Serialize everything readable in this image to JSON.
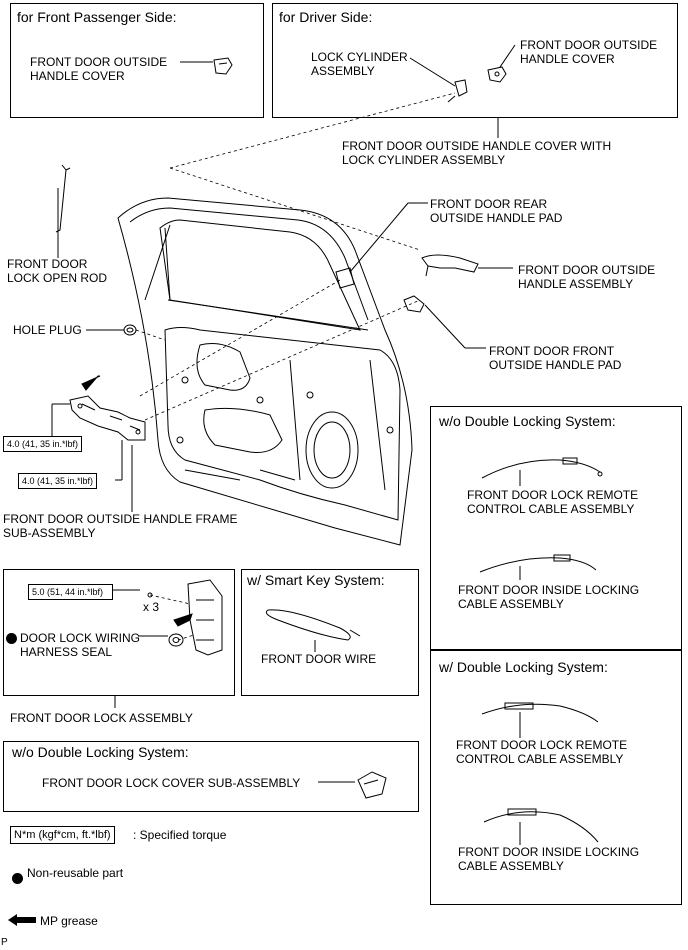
{
  "boxes": {
    "passenger": "for Front Passenger Side:",
    "driver": "for Driver Side:",
    "wo_double_top": "w/o Double Locking System:",
    "w_double": "w/ Double Locking System:",
    "smart_key": "w/ Smart Key System:",
    "wo_double_bottom": "w/o Double Locking System:"
  },
  "labels": {
    "passenger_cover": "FRONT DOOR OUTSIDE\nHANDLE COVER",
    "lock_cylinder": "LOCK CYLINDER\nASSEMBLY",
    "driver_cover": "FRONT DOOR OUTSIDE\nHANDLE COVER",
    "cover_with_cylinder": "FRONT DOOR OUTSIDE HANDLE COVER WITH\nLOCK CYLINDER ASSEMBLY",
    "rear_pad": "FRONT DOOR REAR\nOUTSIDE HANDLE PAD",
    "handle_assy": "FRONT DOOR OUTSIDE\nHANDLE ASSEMBLY",
    "front_pad": "FRONT DOOR FRONT\nOUTSIDE HANDLE PAD",
    "open_rod": "FRONT DOOR\nLOCK OPEN ROD",
    "hole_plug": "HOLE PLUG",
    "frame_sub": "FRONT DOOR OUTSIDE HANDLE FRAME\nSUB-ASSEMBLY",
    "remote_cable_1": "FRONT DOOR LOCK REMOTE\nCONTROL CABLE ASSEMBLY",
    "inside_cable_1": "FRONT DOOR INSIDE LOCKING\nCABLE ASSEMBLY",
    "remote_cable_2": "FRONT DOOR LOCK REMOTE\nCONTROL CABLE ASSEMBLY",
    "inside_cable_2": "FRONT DOOR INSIDE LOCKING\nCABLE ASSEMBLY",
    "harness_seal": "DOOR LOCK WIRING\nHARNESS SEAL",
    "door_wire": "FRONT DOOR WIRE",
    "lock_assy": "FRONT DOOR LOCK ASSEMBLY",
    "lock_cover": "FRONT DOOR LOCK COVER SUB-ASSEMBLY",
    "x3": "x 3"
  },
  "torques": {
    "t1": "4.0 (41, 35 in.*lbf)",
    "t2": "4.0 (41, 35 in.*lbf)",
    "t3": "5.0 (51, 44 in.*lbf)"
  },
  "legend": {
    "torque_box": "N*m (kgf*cm, ft.*lbf)",
    "torque_text": ": Specified torque",
    "non_reusable": "Non-reusable part",
    "mp_grease": "MP grease"
  },
  "corner_mark": "P"
}
